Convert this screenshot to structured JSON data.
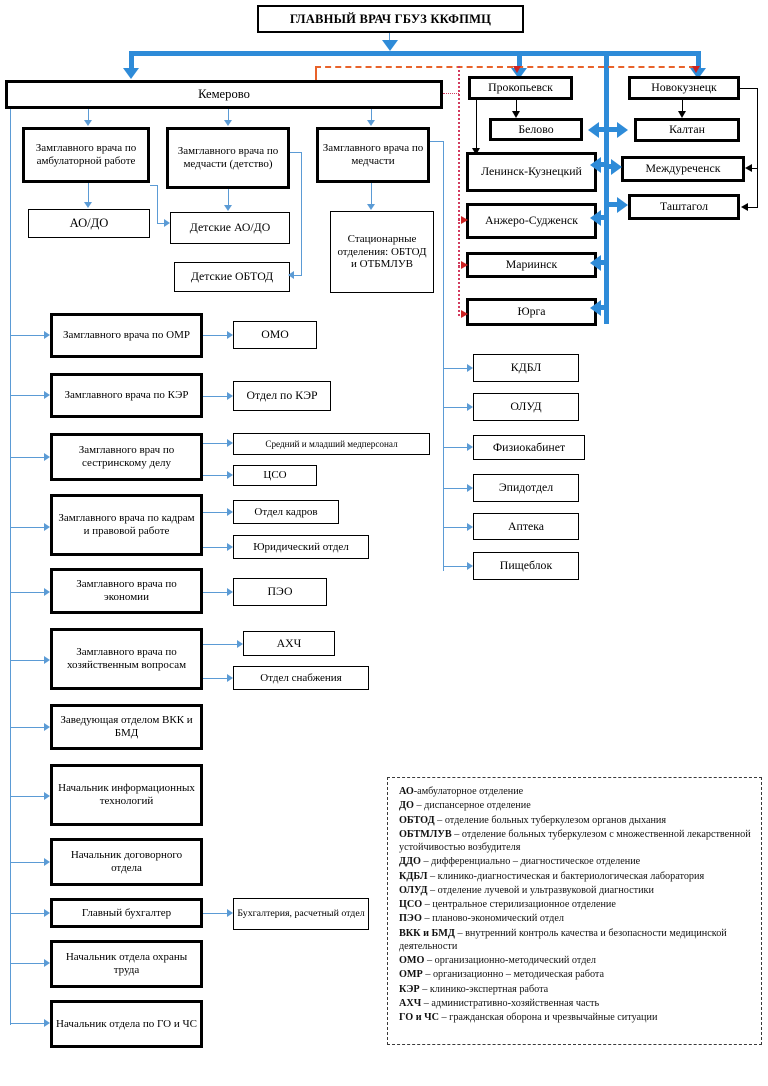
{
  "title_box": {
    "label": "ГЛАВНЫЙ ВРАЧ ГБУЗ ККФПМЦ"
  },
  "branches": {
    "kemerovo": {
      "label": "Кемерово"
    },
    "prokopyevsk": {
      "label": "Прокопьевск"
    },
    "novokuznetsk": {
      "label": "Новокузнецк"
    }
  },
  "kemerovo_deputies": [
    {
      "label": "Замглавного врача по амбулаторной работе"
    },
    {
      "label": "Замглавного врача по медчасти (детство)"
    },
    {
      "label": "Замглавного врача по медчасти"
    }
  ],
  "kemerovo_units": [
    {
      "label": "АО/ДО"
    },
    {
      "label": "Детские АО/ДО"
    },
    {
      "label": "Детские ОБТОД"
    },
    {
      "label": "Стационарные отделения: ОБТОД и ОТБМЛУВ"
    }
  ],
  "prokopyevsk_cluster": [
    {
      "label": "Белово"
    },
    {
      "label": "Ленинск-Кузнецкий"
    },
    {
      "label": "Анжеро-Судженск"
    },
    {
      "label": "Мариинск"
    },
    {
      "label": "Юрга"
    }
  ],
  "novokuznetsk_cluster": [
    {
      "label": "Калтан"
    },
    {
      "label": "Междуреченск"
    },
    {
      "label": "Таштагол"
    }
  ],
  "deputy_column": [
    {
      "label": "Замглавного врача по ОМР"
    },
    {
      "label": "Замглавного врача по КЭР"
    },
    {
      "label": "Замглавного врач по сестринскому делу"
    },
    {
      "label": "Замглавного врача по кадрам и правовой работе"
    },
    {
      "label": "Замглавного врача по экономии"
    },
    {
      "label": "Замглавного врача по хозяйственным вопросам"
    },
    {
      "label": "Заведующая отделом ВКК и БМД"
    },
    {
      "label": "Начальник информационных технологий"
    },
    {
      "label": "Начальник договорного отдела"
    },
    {
      "label": "Главный бухгалтер"
    },
    {
      "label": "Начальник отдела охраны труда"
    },
    {
      "label": "Начальник отдела по ГО и ЧС"
    }
  ],
  "subordinate_units": [
    {
      "label": "ОМО"
    },
    {
      "label": "Отдел по КЭР"
    },
    {
      "label": "Средний и младший медперсонал"
    },
    {
      "label": "ЦСО"
    },
    {
      "label": "Отдел кадров"
    },
    {
      "label": "Юридический отдел"
    },
    {
      "label": "ПЭО"
    },
    {
      "label": "АХЧ"
    },
    {
      "label": "Отдел снабжения"
    },
    {
      "label": "Бухгалтерия, расчетный отдел"
    }
  ],
  "service_units": [
    {
      "label": "КДБЛ"
    },
    {
      "label": "ОЛУД"
    },
    {
      "label": "Физиокабинет"
    },
    {
      "label": "Эпидотдел"
    },
    {
      "label": "Аптека"
    },
    {
      "label": "Пищеблок"
    }
  ],
  "legend": {
    "lines": [
      {
        "abbr": "АО",
        "text": "-амбулаторное отделение"
      },
      {
        "abbr": "ДО",
        "text": " – диспансерное отделение"
      },
      {
        "abbr": "ОБТОД",
        "text": " – отделение больных туберкулезом органов дыхания"
      },
      {
        "abbr": "ОБТМЛУВ",
        "text": " – отделение больных туберкулезом с множественной лекарственной устойчивостью возбудителя"
      },
      {
        "abbr": "ДДО",
        "text": " – дифференциально – диагностическое отделение"
      },
      {
        "abbr": "КДБЛ",
        "text": " – клинико-диагностическая и бактериологическая лаборатория"
      },
      {
        "abbr": "ОЛУД",
        "text": " – отделение лучевой и ультразвуковой диагностики"
      },
      {
        "abbr": "ЦСО",
        "text": " – центральное стерилизационное отделение"
      },
      {
        "abbr": "ПЭО",
        "text": " – планово-экономический отдел"
      },
      {
        "abbr": "ВКК и БМД",
        "text": " – внутренний контроль качества и безопасности медицинской деятельности"
      },
      {
        "abbr": "ОМО",
        "text": " – организационно-методический отдел"
      },
      {
        "abbr": "ОМР",
        "text": " – организационно – методическая работа"
      },
      {
        "abbr": "КЭР",
        "text": " – клинико-экспертная работа"
      },
      {
        "abbr": "АХЧ",
        "text": " – административно-хозяйственная часть"
      },
      {
        "abbr": "ГО и ЧС",
        "text": " – гражданская оборона и чрезвычайные ситуации"
      }
    ]
  },
  "colors": {
    "connector_blue": "#5b9bd5",
    "trunk_blue": "#2e8bd8",
    "dashed_orange": "#e8622a",
    "dotted_red": "#d23b5e",
    "box_border": "#000000"
  }
}
